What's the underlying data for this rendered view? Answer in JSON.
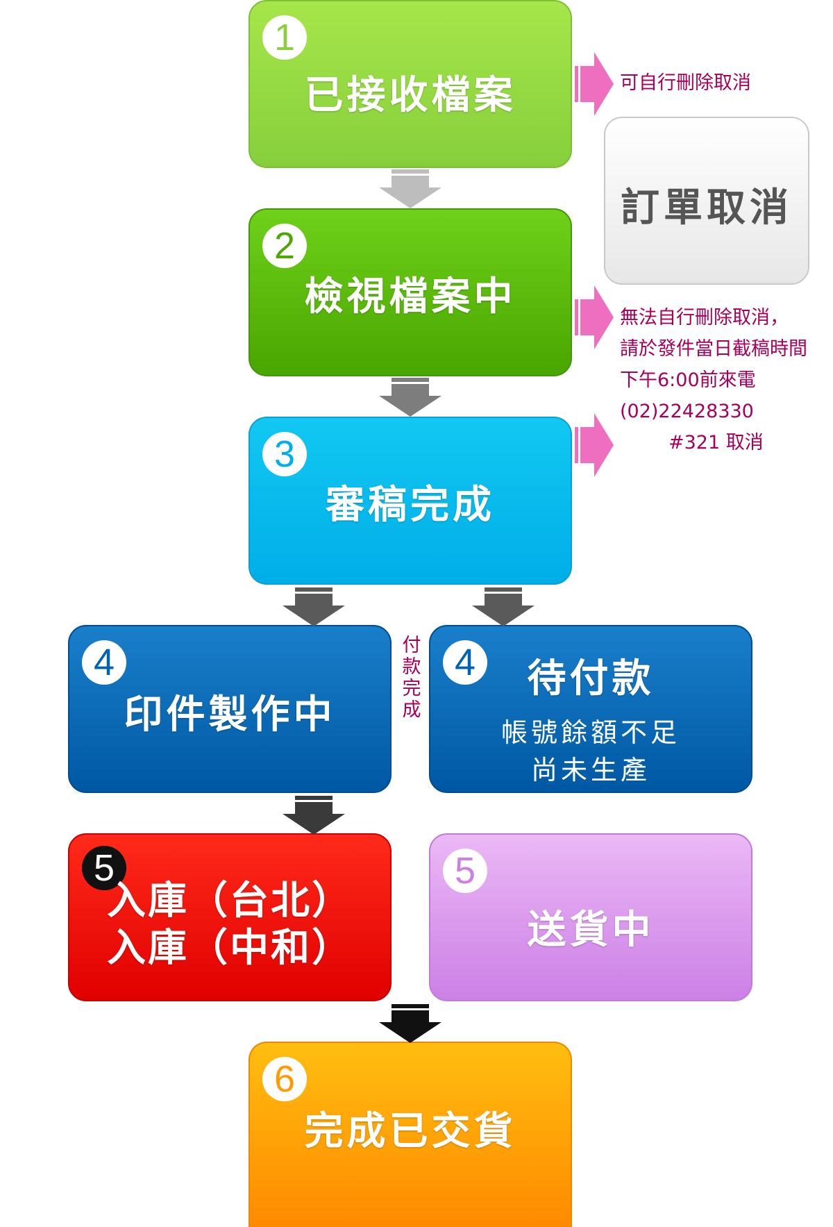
{
  "steps": [
    {
      "id": "step1",
      "badge": "1",
      "title": "已接收檔案"
    },
    {
      "id": "step2",
      "badge": "2",
      "title": "檢視檔案中"
    },
    {
      "id": "step3",
      "badge": "3",
      "title": "審稿完成"
    },
    {
      "id": "step4a",
      "badge": "4",
      "title": "印件製作中"
    },
    {
      "id": "step4b",
      "badge": "4",
      "title": "待付款",
      "sub1": "帳號餘額不足",
      "sub2": "尚未生產"
    },
    {
      "id": "step5a",
      "badge": "5",
      "line1": "入庫（台北）",
      "line2": "入庫（中和）"
    },
    {
      "id": "step5b",
      "badge": "5",
      "title": "送貨中"
    },
    {
      "id": "step6",
      "badge": "6",
      "title": "完成已交貨"
    }
  ],
  "cancel_box": {
    "title": "訂單取消"
  },
  "notes": {
    "can_cancel": "可自行刪除取消",
    "cannot_cancel_lines": [
      "無法自行刪除取消，",
      "請於發件當日截稿時間",
      "下午6:00前來電",
      "(02)22428330",
      "#321 取消"
    ]
  },
  "paid_label": [
    "付",
    "款",
    "完",
    "成"
  ],
  "colors": {
    "step1": "#96dc43",
    "step2": "#5cbb0c",
    "step3": "#08bcee",
    "step4": "#0068b5",
    "step5a": "#f00000",
    "step5b": "#dda0ee",
    "step6": "#ffa400",
    "note": "#a8005a",
    "pink_arrow": "#ee6fc0"
  }
}
